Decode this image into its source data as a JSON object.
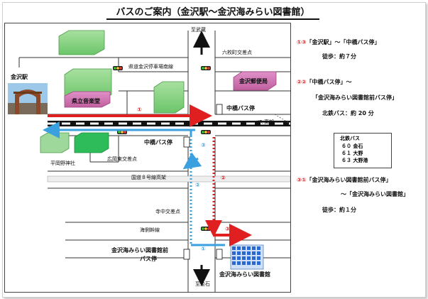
{
  "title": "バスのご案内（金沢駅～金沢海みらい図書館）",
  "map": {
    "to_north": "至武蔵",
    "to_south": "至金石",
    "rokumaimachi": "六枚町交差点",
    "kendo_road": "県道金沢停車場南線",
    "kanazawa_station": "金沢駅",
    "music_hall": "県立音楽堂",
    "post_office": "金沢郵便局",
    "nakahashi_stop_upper": "中橋バス停",
    "nakahashi_stop_mid": "中橋バス停",
    "jr_elevated": "JR 高架",
    "hirookahigashi": "広岡東交差点",
    "hiraokano_shrine": "平岡野神社",
    "route8": "国道８号線高架",
    "terananaka": "寺中交差点",
    "kaigawa_line": "海側幹線",
    "library_stop": "金沢海みらい図書館前",
    "library_stop2": "バス停",
    "library": "金沢海みらい図書館",
    "route_nums": [
      "①",
      "②",
      "③",
      "②",
      "③",
      "①"
    ]
  },
  "info": {
    "leg1_nums": "①③",
    "leg1_text": "「金沢駅」～「中橋バス停」",
    "leg1_time": "徒歩：約７分",
    "leg2_nums": "②②",
    "leg2_text": "「中橋バス停」～",
    "leg2_text2": "「金沢海みらい図書館前バス停」",
    "leg2_time": "北鉄バス：約 20 分",
    "leg3_nums": "③①",
    "leg3_text": "「金沢海みらい図書館前バス停」",
    "leg3_text2": "～「金沢海みらい図書館」",
    "leg3_time": "徒歩：約１分"
  },
  "bus_legend": {
    "title": "北鉄バス",
    "line1": "６０ 金石",
    "line2": "６１ 大野",
    "line3": "６３ 大野港"
  },
  "colors": {
    "walk_route": "#e02020",
    "bus_route_down": "#e02020",
    "bus_route_up": "#3aa0e0",
    "building_green": "#66cc66",
    "building_pink": "#cc66aa",
    "library_blue": "#3a7ad8"
  }
}
